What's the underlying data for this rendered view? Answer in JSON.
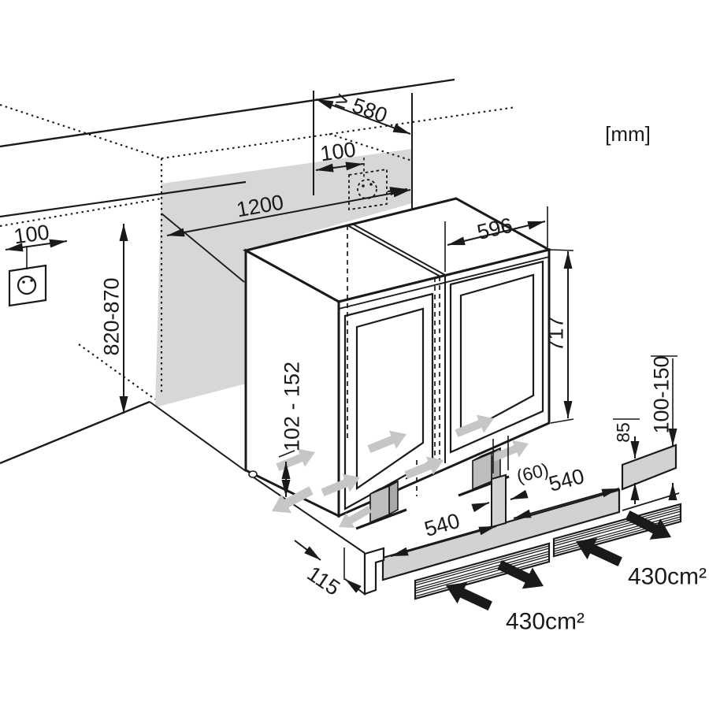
{
  "title": "Built-under appliance installation drawing",
  "units_label": "[mm]",
  "labels": {
    "niche_depth": "≥ 580",
    "outlet_offset_niche": "100",
    "niche_width": "1200",
    "outlet_offset_wall": "100",
    "niche_height": "820-870",
    "appliance_width": "596",
    "appliance_height": "717",
    "plinth_adjust_range": "102 - 152",
    "gap_width": "(60)",
    "vent_cutout_left_width": "540",
    "vent_cutout_right_width": "540",
    "vent_cutout_height": "85",
    "plinth_height": "100-150",
    "toe_depth": "115",
    "vent_area_front": "430cm²",
    "vent_area_plinth": "430cm²"
  },
  "colors": {
    "line": "#1a1a1a",
    "wall_fill": "#d7d7d7",
    "plinth_fill": "#d2d2d2",
    "airflow_fill": "#c6c6c6",
    "foot_fill": "#bdbdbd",
    "background": "#ffffff"
  }
}
